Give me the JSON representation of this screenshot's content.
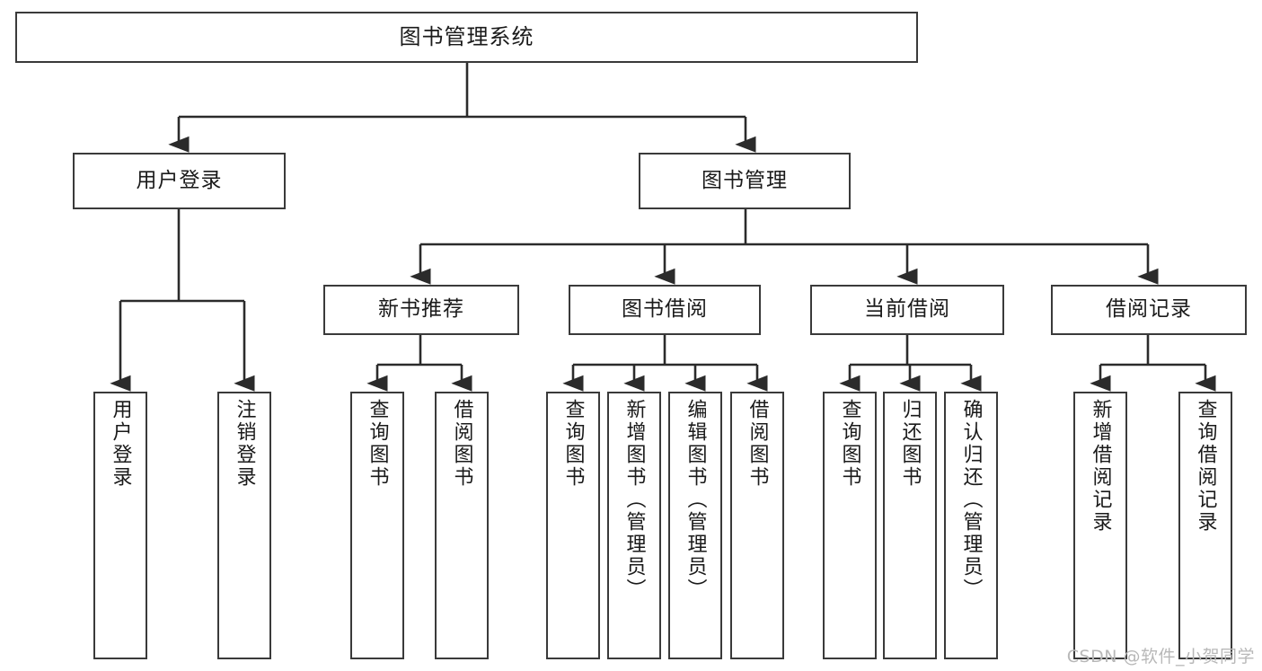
{
  "diagram": {
    "title": "图书管理系统",
    "watermark": "CSDN @软件_小贺同学",
    "colors": {
      "box_border": "#3a3a3a",
      "line": "#2b2b2b",
      "background": "#ffffff",
      "watermark": "#b8b8b8"
    },
    "root": {
      "label": "图书管理系统"
    },
    "level2": [
      {
        "id": "user-login",
        "label": "用户登录"
      },
      {
        "id": "book-manage",
        "label": "图书管理"
      }
    ],
    "level3": [
      {
        "id": "new-book-recommend",
        "label": "新书推荐"
      },
      {
        "id": "book-borrow",
        "label": "图书借阅"
      },
      {
        "id": "current-borrow",
        "label": "当前借阅"
      },
      {
        "id": "borrow-record",
        "label": "借阅记录"
      }
    ],
    "leaves": {
      "user_login": [
        {
          "id": "leaf-user-login",
          "label": "用户登录"
        },
        {
          "id": "leaf-logout",
          "label": "注销登录"
        }
      ],
      "new_book_recommend": [
        {
          "id": "leaf-query-book-1",
          "label": "查询图书"
        },
        {
          "id": "leaf-borrow-book-1",
          "label": "借阅图书"
        }
      ],
      "book_borrow": [
        {
          "id": "leaf-query-book-2",
          "label": "查询图书"
        },
        {
          "id": "leaf-add-book",
          "label": "新增图书（管理员）"
        },
        {
          "id": "leaf-edit-book",
          "label": "编辑图书（管理员）"
        },
        {
          "id": "leaf-borrow-book-2",
          "label": "借阅图书"
        }
      ],
      "current_borrow": [
        {
          "id": "leaf-query-book-3",
          "label": "查询图书"
        },
        {
          "id": "leaf-return-book",
          "label": "归还图书"
        },
        {
          "id": "leaf-confirm-return",
          "label": "确认归还（管理员）"
        }
      ],
      "borrow_record": [
        {
          "id": "leaf-add-record",
          "label": "新增借阅记录"
        },
        {
          "id": "leaf-query-record",
          "label": "查询借阅记录"
        }
      ]
    }
  }
}
